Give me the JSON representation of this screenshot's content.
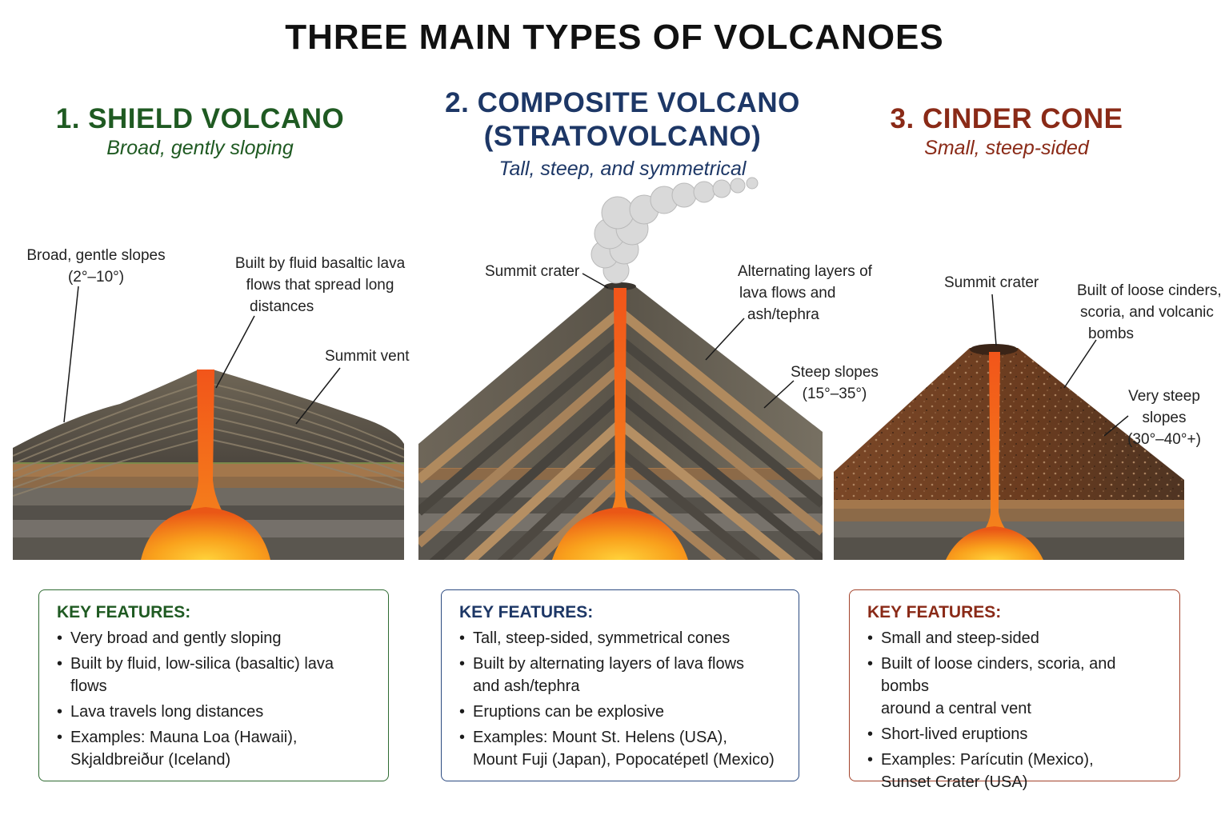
{
  "title": "THREE MAIN TYPES OF VOLCANOES",
  "colors": {
    "shield": "#1f5a22",
    "composite": "#1d3766",
    "cinder": "#8a2a17",
    "lava": "#ef6a1c",
    "magma": "#f7a21c"
  },
  "shield": {
    "heading": "1. SHIELD VOLCANO",
    "subtitle": "Broad, gently sloping",
    "labels": {
      "slopes_line1": "Broad, gentle slopes",
      "slopes_line2": "(2°–10°)",
      "built_line1": "Built by fluid basaltic lava",
      "built_line2": "flows that spread long",
      "built_line3": "distances",
      "vent": "Summit vent"
    },
    "features_heading": "KEY FEATURES:",
    "features": [
      [
        "Very broad and gently sloping"
      ],
      [
        "Built by fluid, low-silica (basaltic) lava flows"
      ],
      [
        "Lava travels long distances"
      ],
      [
        "Examples: Mauna Loa (Hawaii),",
        "Skjaldbreiður (Iceland)"
      ]
    ]
  },
  "composite": {
    "heading_line1": "2. COMPOSITE VOLCANO",
    "heading_line2": "(STRATOVOLCANO)",
    "subtitle": "Tall, steep, and symmetrical",
    "labels": {
      "crater": "Summit crater",
      "layers_line1": "Alternating layers of",
      "layers_line2": "lava flows and",
      "layers_line3": "ash/tephra",
      "slopes_line1": "Steep slopes",
      "slopes_line2": "(15°–35°)"
    },
    "features_heading": "KEY FEATURES:",
    "features": [
      [
        "Tall, steep-sided, symmetrical cones"
      ],
      [
        "Built by alternating layers of lava flows",
        "and ash/tephra"
      ],
      [
        "Eruptions can be explosive"
      ],
      [
        "Examples: Mount St. Helens (USA),",
        "Mount Fuji (Japan), Popocatépetl (Mexico)"
      ]
    ]
  },
  "cinder": {
    "heading": "3. CINDER CONE",
    "subtitle": "Small, steep-sided",
    "labels": {
      "crater": "Summit crater",
      "built_line1": "Built of loose cinders,",
      "built_line2": "scoria, and volcanic",
      "built_line3": "bombs",
      "slopes_line1": "Very steep slopes",
      "slopes_line2": "(30°–40°+)"
    },
    "features_heading": "KEY FEATURES:",
    "features": [
      [
        "Small and steep-sided"
      ],
      [
        "Built of loose cinders, scoria, and bombs",
        "around a central vent"
      ],
      [
        "Short-lived eruptions"
      ],
      [
        "Examples: Parícutin (Mexico),",
        "Sunset Crater (USA)"
      ]
    ]
  }
}
